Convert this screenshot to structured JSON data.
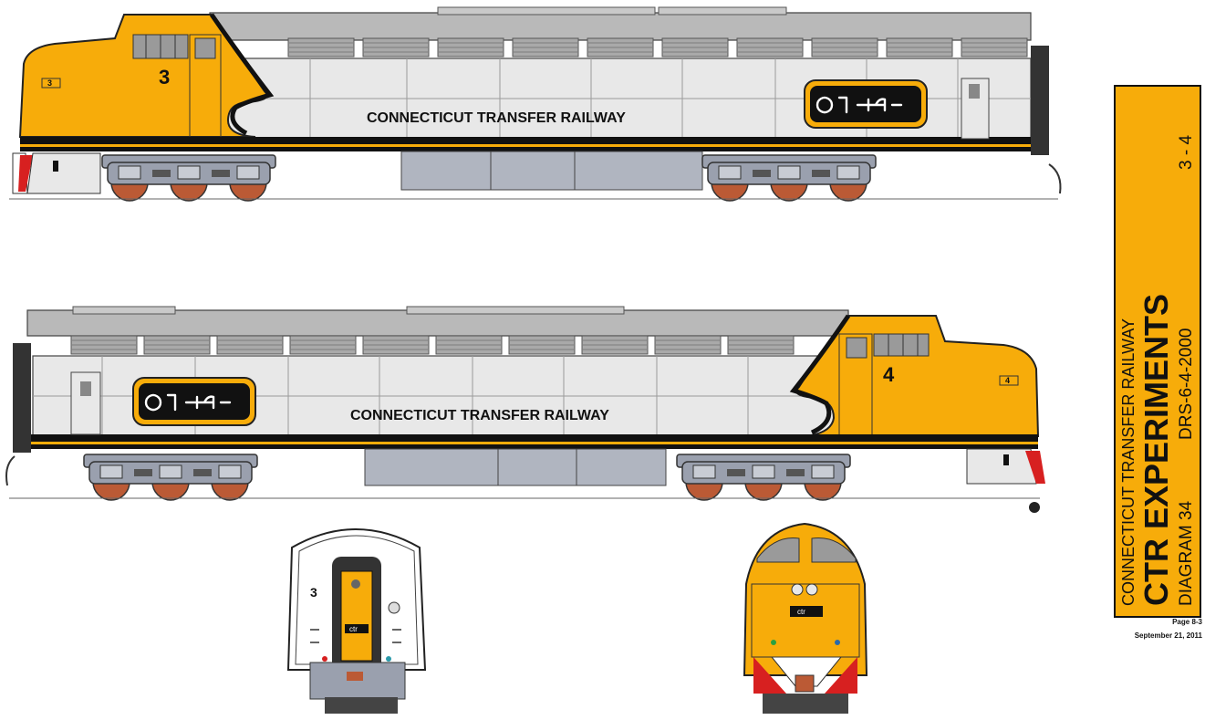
{
  "railroad_name": "CONNECTICUT TRANSFER RAILWAY",
  "logo_text": "ctr",
  "units": [
    {
      "number": "3",
      "nose_number": "3"
    },
    {
      "number": "4",
      "nose_number": "4"
    }
  ],
  "rear_view": {
    "number": "3",
    "door_logo": "ctr"
  },
  "front_view": {
    "logo": "ctr"
  },
  "title_block": {
    "line1": "CONNECTICUT TRANSFER RAILWAY",
    "line2": "CTR EXPERIMENTS",
    "line3_left": "DIAGRAM 34",
    "line3_mid": "DRS-6-4-2000",
    "line3_right": "3 - 4"
  },
  "page_label": "Page 8-3",
  "date_label": "September 21, 2011",
  "colors": {
    "yellow": "#f7ac0a",
    "silver": "#e8e8e8",
    "roof": "#b9b9b9",
    "truck": "#9aa0ae",
    "wheel": "#bb5a35",
    "black": "#111111",
    "red": "#d72020",
    "title_bg": "#f7ac0a"
  }
}
